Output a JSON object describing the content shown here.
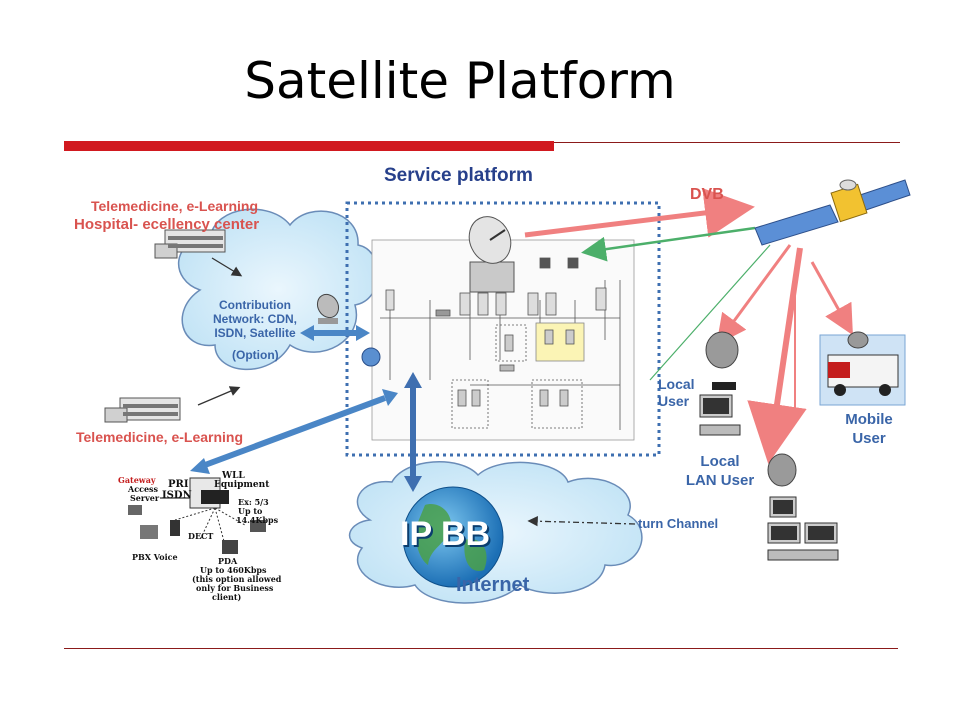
{
  "slide": {
    "title": "Satellite Platform"
  },
  "diagram": {
    "service_platform": "Service platform",
    "dvb": "DVB",
    "telemedicine_hospital_line1": "Telemedicine, e-Learning",
    "telemedicine_hospital_line2": "Hospital- ecellency center",
    "contribution_line1": "Contribution",
    "contribution_line2": "Network: CDN,",
    "contribution_line3": "ISDN, Satellite",
    "contribution_option": "(Option)",
    "telemedicine_bottom": "Telemedicine, e-Learning",
    "local_user_line1": "Local",
    "local_user_line2": "User",
    "mobile_user_line1": "Mobile",
    "mobile_user_line2": "User",
    "local_lan_line1": "Local",
    "local_lan_line2": "LAN User",
    "return_channel": "turn Channel",
    "ip_bb": "IP BB",
    "internet": "Internet",
    "wll": {
      "gateway": "Gateway",
      "access_server": "Access",
      "server": "Server",
      "pri": "PRI",
      "isdn": "ISDN",
      "wll_equipment_1": "WLL",
      "wll_equipment_2": "Equipment",
      "rate_1": "Ex: 5/3",
      "rate_2": "Up to",
      "rate_3": "14.4Kbps",
      "dect": "DECT",
      "pbx_voice": "PBX Voice",
      "pda": "PDA",
      "pda_note_1": "Up to 460Kbps",
      "pda_note_2": "(this option allowed",
      "pda_note_3": "only for Business",
      "pda_note_4": "client)"
    }
  }
}
